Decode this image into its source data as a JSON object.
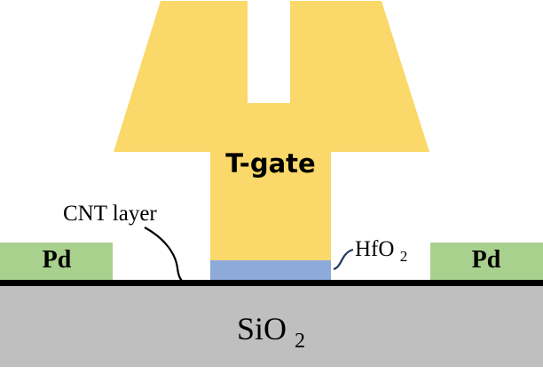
{
  "colors": {
    "gate": "#FAD869",
    "dielectric": "#8EAADB",
    "contact": "#A9D18E",
    "substrate": "#BFBFBF",
    "cnt_layer": "#000000",
    "leader_line": "#1F3864"
  },
  "labels": {
    "gate": "T-gate",
    "cnt_layer": "CNT layer",
    "dielectric_base": "HfO",
    "dielectric_sub": "2",
    "substrate_base": "SiO",
    "substrate_sub": "2",
    "contact_left": "Pd",
    "contact_right": "Pd"
  }
}
